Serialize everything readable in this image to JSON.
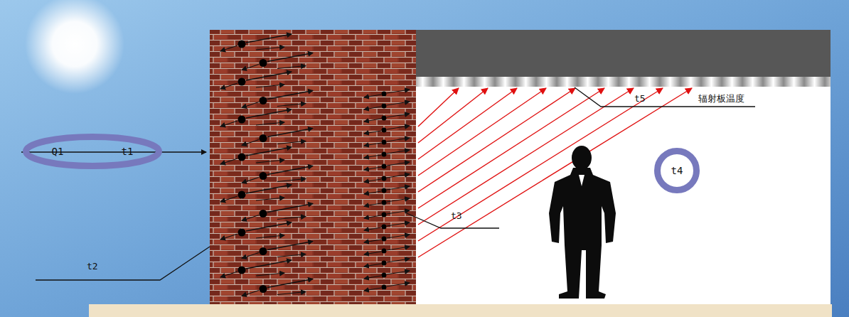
{
  "diagram": {
    "nodes": [
      {
        "text": [
          "Q1",
          "t1"
        ]
      },
      {
        "text": [
          "t4"
        ]
      }
    ],
    "labels": [
      "t2",
      "t3",
      "t5",
      "辐射板温度"
    ]
  }
}
